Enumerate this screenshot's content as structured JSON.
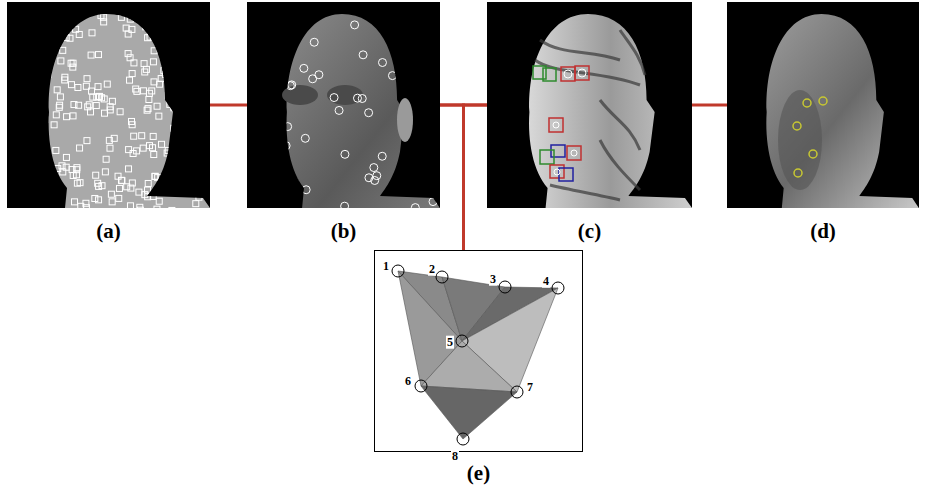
{
  "diagram": {
    "nodes": [
      {
        "text": [
          "(a)"
        ]
      },
      {
        "text": [
          "(b)"
        ]
      },
      {
        "text": [
          "(c)"
        ]
      },
      {
        "text": [
          "(d)"
        ]
      },
      {
        "text": [
          "(e)"
        ]
      }
    ],
    "edges": [
      {
        "from": 0,
        "to": 1,
        "arrow": "none"
      },
      {
        "from": 1,
        "to": 2,
        "arrow": "none"
      },
      {
        "from": 2,
        "to": 3,
        "arrow": "none"
      },
      {
        "from": 1,
        "to": 4,
        "arrow": "none"
      },
      {
        "from": 2,
        "to": 4,
        "arrow": "none"
      }
    ],
    "labels": [
      "1",
      "2",
      "3",
      "4",
      "5",
      "6",
      "7",
      "8"
    ]
  }
}
